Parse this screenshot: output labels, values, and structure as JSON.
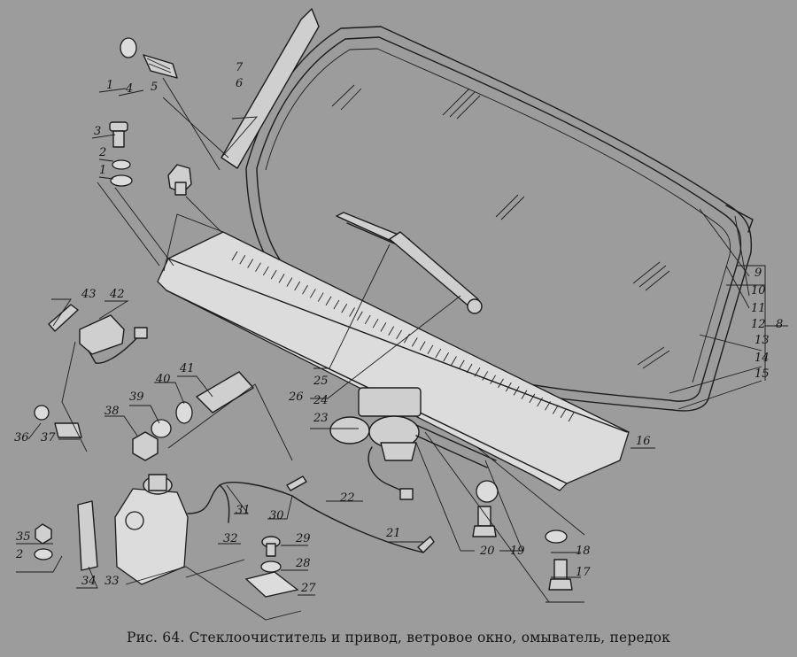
{
  "caption": "Рис. 64. Стеклоочиститель и привод, ветровое окно, омыватель, передок",
  "labels": [
    "1",
    "4",
    "5",
    "7",
    "6",
    "3",
    "2",
    "1",
    "43",
    "42",
    "41",
    "40",
    "39",
    "38",
    "36",
    "37",
    "9",
    "10",
    "11",
    "12",
    "8",
    "13",
    "14",
    "15",
    "16",
    "25",
    "26",
    "24",
    "23",
    "22",
    "21",
    "30",
    "31",
    "32",
    "33",
    "34",
    "35",
    "2",
    "29",
    "28",
    "27",
    "20",
    "19",
    "18",
    "17"
  ]
}
